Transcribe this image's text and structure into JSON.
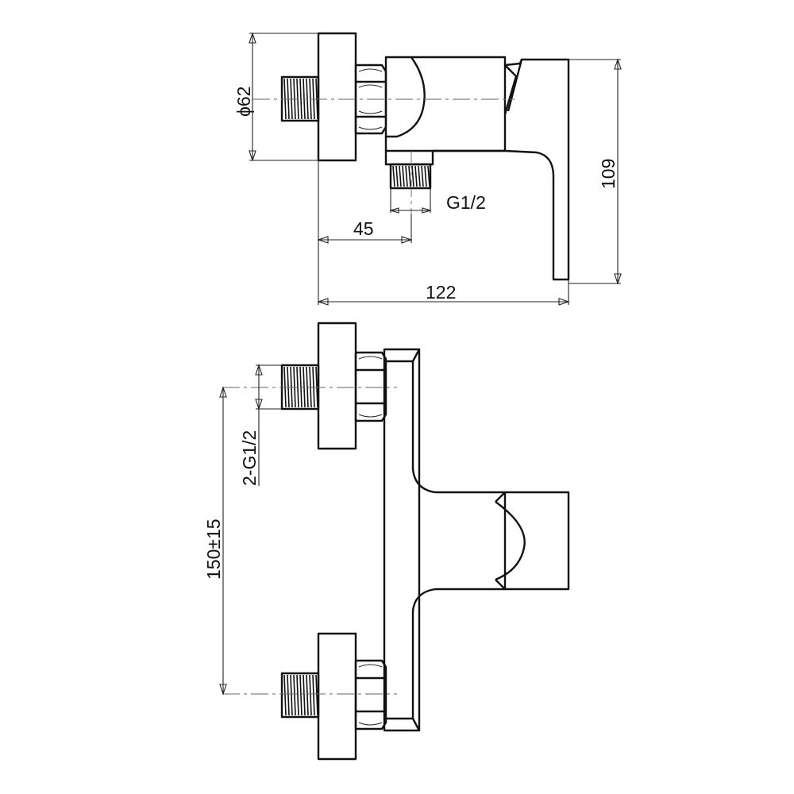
{
  "drawing": {
    "line_color": "#111111",
    "background": "#ffffff"
  },
  "dimensions": {
    "flange_diameter": "ϕ62",
    "outlet_thread": "G1/2",
    "inlet_offset": "45",
    "overall_depth": "122",
    "overall_height": "109",
    "inlet_threads": "2-G1/2",
    "inlet_spacing": "150±15"
  }
}
